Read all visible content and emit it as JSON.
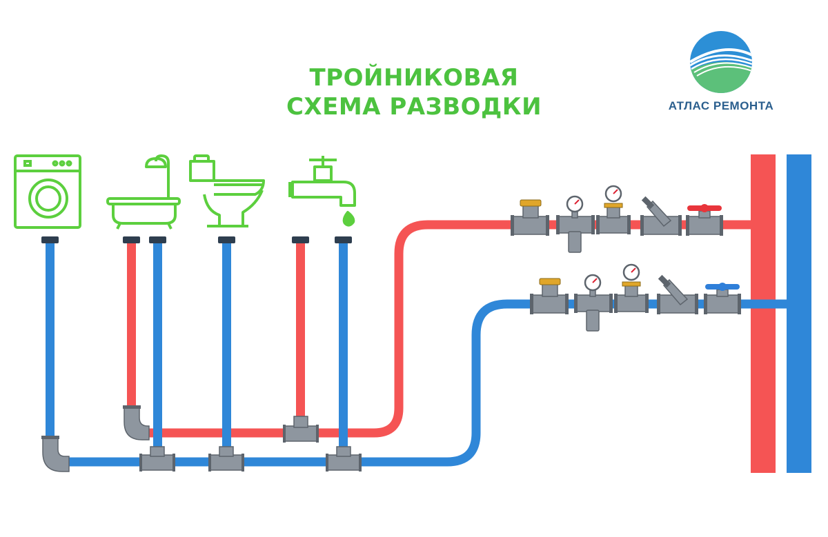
{
  "title": {
    "line1": "ТРОЙНИКОВАЯ",
    "line2": "СХЕМА РАЗВОДКИ"
  },
  "logo": {
    "text": "АТЛАС РЕМОНТА",
    "icon": "atlas-globe-logo"
  },
  "fixtures": [
    {
      "name": "washing-machine-icon"
    },
    {
      "name": "bathtub-shower-icon"
    },
    {
      "name": "toilet-icon"
    },
    {
      "name": "faucet-sink-icon"
    }
  ],
  "colors": {
    "title_green": "#4cc23f",
    "icon_green": "#5ccf3e",
    "hot_pipe": "#f55454",
    "cold_pipe": "#2f87d8",
    "fitting_gray": "#8e969f",
    "fitting_dark": "#5d646c",
    "cap_dark": "#2e3e4f",
    "logo_text": "#2b5f8e",
    "logo_blue": "#2c8fd6",
    "logo_green": "#5cc07a",
    "valve_hot": "#e8353b",
    "valve_cold": "#2f7fd9",
    "meter_brass": "#e0a62a"
  }
}
